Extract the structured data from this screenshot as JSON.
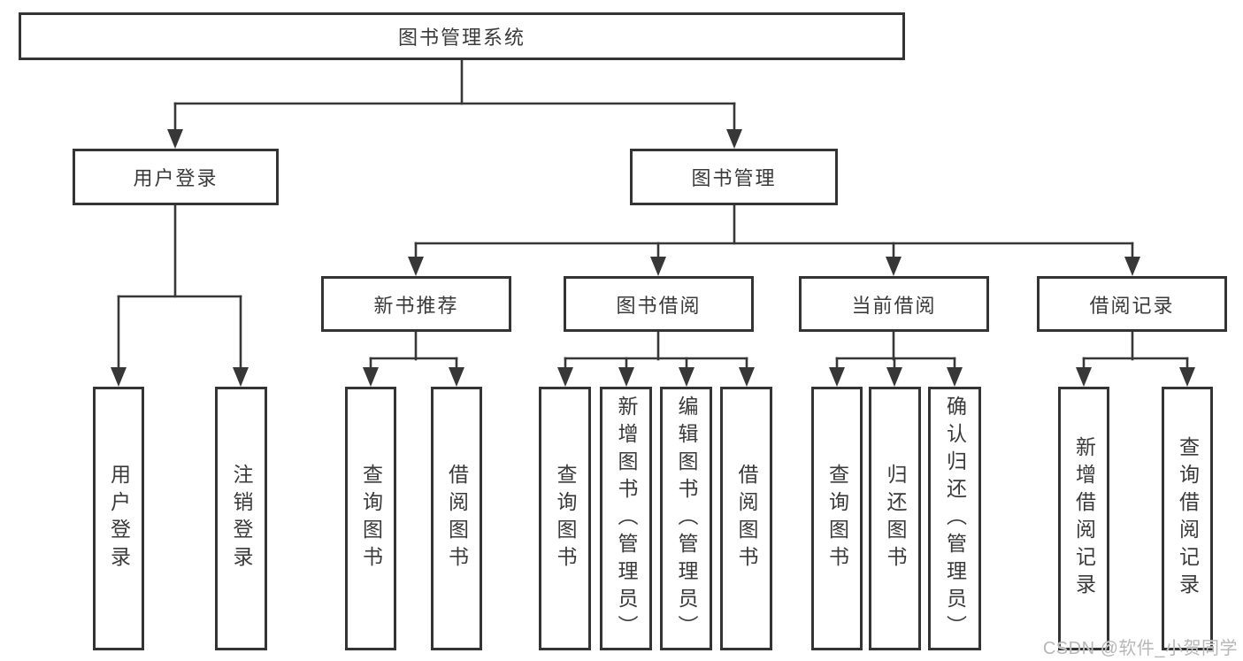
{
  "diagram_title": "图书管理系统",
  "tree": {
    "root": {
      "label": "图书管理系统",
      "children": [
        {
          "label": "用户登录",
          "children": [
            {
              "label": "用户登录"
            },
            {
              "label": "注销登录"
            }
          ]
        },
        {
          "label": "图书管理",
          "children": [
            {
              "label": "新书推荐",
              "children": [
                {
                  "label": "查询图书"
                },
                {
                  "label": "借阅图书"
                }
              ]
            },
            {
              "label": "图书借阅",
              "children": [
                {
                  "label": "查询图书"
                },
                {
                  "label": "新增图书（管理员）"
                },
                {
                  "label": "编辑图书（管理员）"
                },
                {
                  "label": "借阅图书"
                }
              ]
            },
            {
              "label": "当前借阅",
              "children": [
                {
                  "label": "查询图书"
                },
                {
                  "label": "归还图书"
                },
                {
                  "label": "确认归还（管理员）"
                }
              ]
            },
            {
              "label": "借阅记录",
              "children": [
                {
                  "label": "新增借阅记录"
                },
                {
                  "label": "查询借阅记录"
                }
              ]
            }
          ]
        }
      ]
    }
  },
  "watermark": {
    "text": "CSDN @软件_小贺同学"
  },
  "colors": {
    "background": "#ffffff",
    "box_border": "#343434",
    "connector_line": "#373737",
    "text": "#3a3a3a",
    "watermark": "#b7b7b7"
  }
}
